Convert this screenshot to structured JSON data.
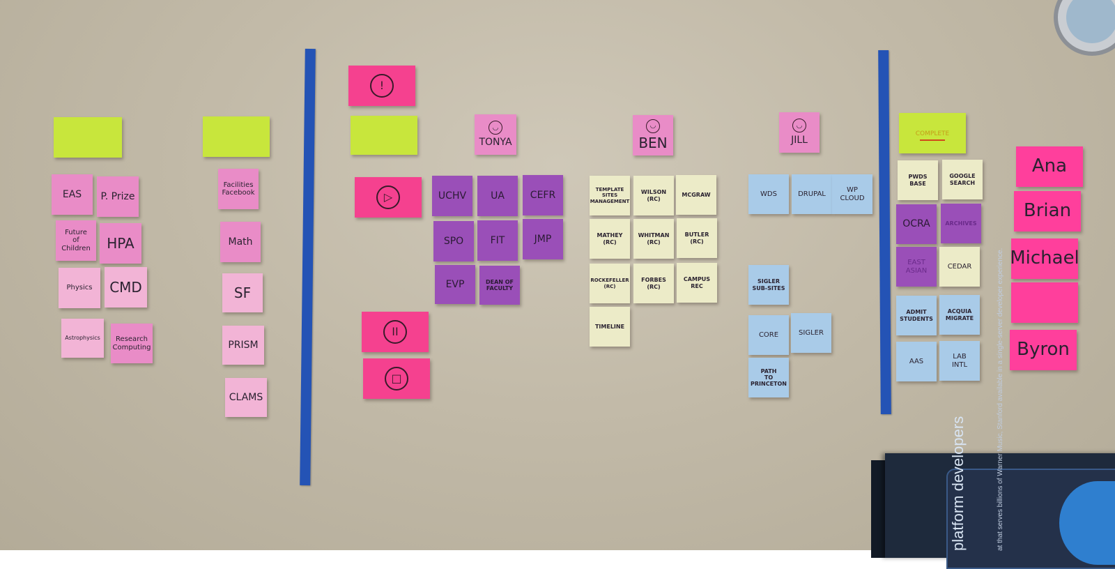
{
  "columns": {
    "col1": {
      "header": "",
      "notes": [
        "EAS",
        "P. Prize",
        "Future\nof\nChildren",
        "HPA",
        "Physics",
        "CMD",
        "Astrophysics",
        "Research\nComputing"
      ]
    },
    "col2": {
      "header": "",
      "notes": [
        "Facilities\nFacebook",
        "Math",
        "SF",
        "PRISM",
        "CLAMS"
      ]
    },
    "active": {
      "header": "",
      "icons": [
        "!",
        "▷",
        "II",
        "□"
      ]
    },
    "tonya": {
      "name": "TONYA",
      "notes": [
        "UCHV",
        "UA",
        "CEFR",
        "SPO",
        "FIT",
        "JMP",
        "EVP",
        "DEAN OF\nFACULTY"
      ]
    },
    "ben": {
      "name": "BEN",
      "notes": [
        "TEMPLATE\nSITES\nMANAGEMENT",
        "WILSON\n(RC)",
        "MCGRAW",
        "MATHEY\n(RC)",
        "WHITMAN\n(RC)",
        "BUTLER\n(RC)",
        "ROCKEFELLER\n(RC)",
        "FORBES\n(RC)",
        "CAMPUS\nREC",
        "TIMELINE"
      ]
    },
    "jill": {
      "name": "JILL",
      "notes": [
        "WDS",
        "DRUPAL",
        "WP\nCLOUD",
        "SIGLER\nSUB-SITES",
        "CORE",
        "SIGLER",
        "PATH\nTO\nPRINCETON"
      ]
    },
    "complete": {
      "header": "COMPLETE",
      "notes": [
        "PWDS\nBASE",
        "GOOGLE\nSEARCH",
        "OCRA",
        "ARCHIVES",
        "EAST\nASIAN",
        "CEDAR",
        "ADMIT\nSTUDENTS",
        "ACQUIA\nMIGRATE",
        "AAS",
        "LAB\nINTL"
      ]
    },
    "names": [
      "Ana",
      "Brian",
      "Michael",
      "",
      "Byron"
    ]
  },
  "poster": {
    "title": "platform\ndevelopers",
    "body": "at that serves billions of\nWarner Music, Stanford\navailable in a single-server\ndeveloper experience."
  },
  "colors": {
    "wall": "#c2baa8",
    "tape": "#2453b5",
    "green_note": "#c8e63c",
    "hot_pink_note": "#f5418f",
    "purple_note": "#9a4fb8",
    "cream_note": "#ecebc8",
    "blue_note": "#a9cbe8"
  }
}
